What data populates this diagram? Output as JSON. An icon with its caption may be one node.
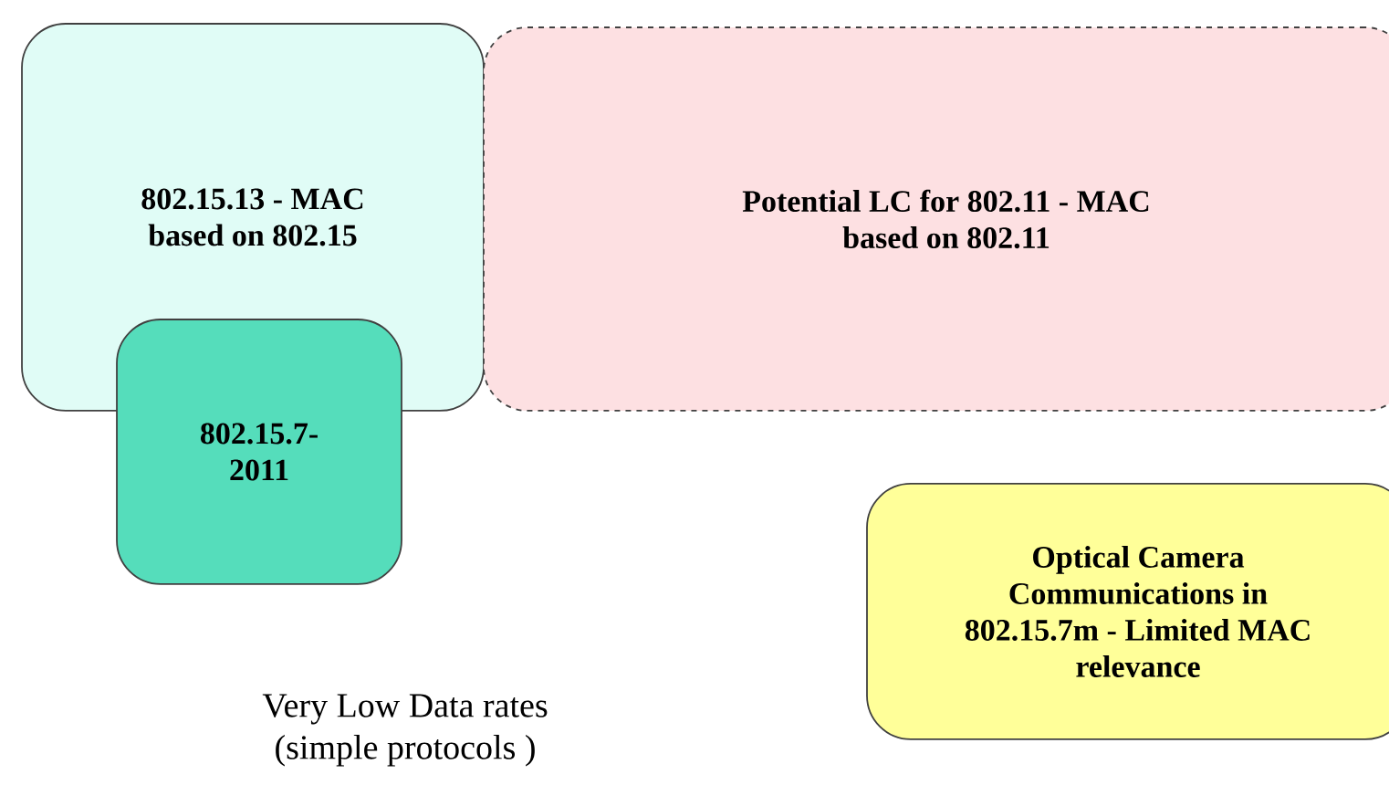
{
  "diagram": {
    "nodes": [
      {
        "text": [
          "802.15.13 - MAC based on 802.15"
        ]
      },
      {
        "text": [
          "Potential LC for 802.11 - MAC based on 802.11"
        ]
      },
      {
        "text": [
          "802.15.7- 2011"
        ]
      },
      {
        "text": [
          "Optical Camera Communications in 802.15.7m - Limited MAC relevance"
        ]
      }
    ],
    "labels": [
      "Very Low Data rates (simple protocols )"
    ]
  }
}
